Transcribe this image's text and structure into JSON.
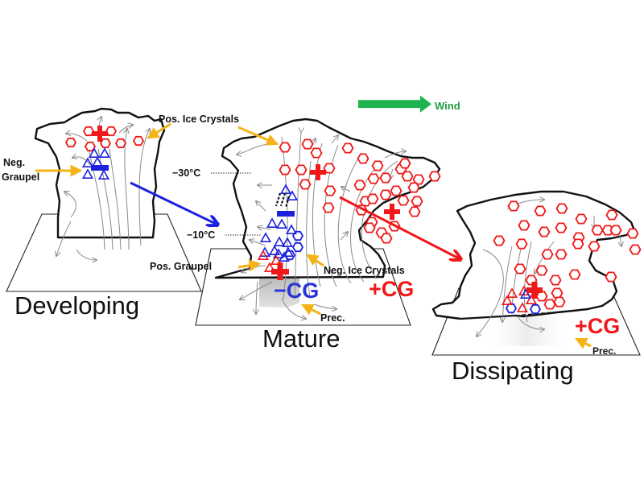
{
  "title": "Thunderstorm charge structure life cycle",
  "wind": {
    "label": "Wind",
    "color": "#1fb34f"
  },
  "colors": {
    "positive": "#f01818",
    "negative": "#1a22e0",
    "annotation_arrow": "#f5b317",
    "outline": "#111111",
    "precipitation": "#bdbdbd"
  },
  "stages": {
    "developing": {
      "label": "Developing",
      "annotations": {
        "neg_graupel": [
          "Neg.",
          "Graupel"
        ],
        "pos_ice": "Pos. Ice Crystals"
      }
    },
    "mature": {
      "label": "Mature",
      "isotherms": {
        "upper": "−30°C",
        "lower": "−10°C"
      },
      "annotations": {
        "pos_graupel": "Pos. Graupel",
        "neg_ice": "Neg. Ice Crystals",
        "prec": "Prec."
      },
      "neg_cg": "−CG",
      "pos_cg": "+CG"
    },
    "dissipating": {
      "label": "Dissipating",
      "annotations": {
        "prec": "Prec."
      },
      "pos_cg": "+CG"
    }
  },
  "legend_symbols": {
    "positive_charge": "+",
    "negative_charge": "−",
    "ice_crystal": "hexagon",
    "graupel": "triangle"
  }
}
